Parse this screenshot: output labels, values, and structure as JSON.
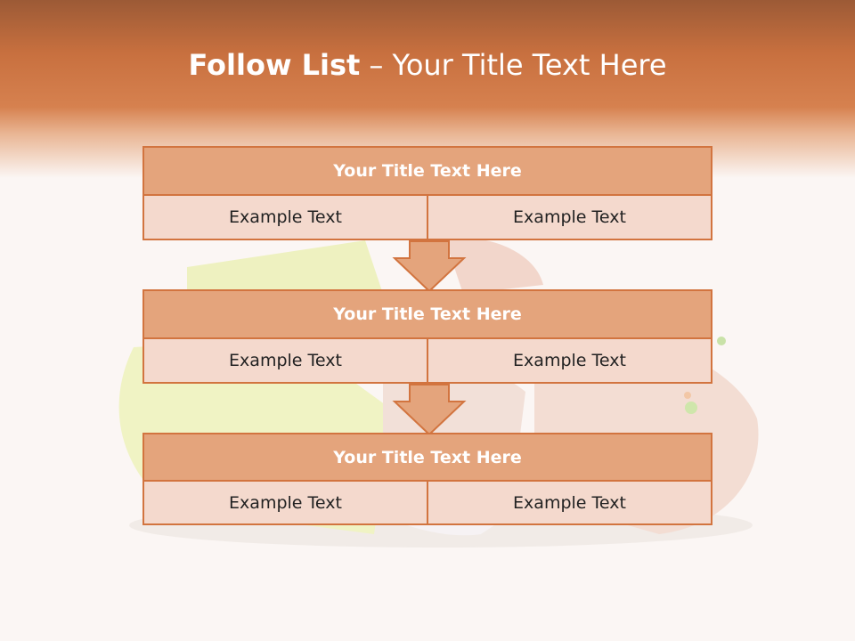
{
  "title": {
    "bold": "Follow List",
    "rest": "– Your Title Text Here"
  },
  "blocks": [
    {
      "title": "Your Title Text Here",
      "left": "Example Text",
      "right": "Example Text"
    },
    {
      "title": "Your Title Text Here",
      "left": "Example Text",
      "right": "Example Text"
    },
    {
      "title": "Your Title Text Here",
      "left": "Example Text",
      "right": "Example Text"
    }
  ],
  "colors": {
    "header": "#d6814f",
    "title_box": "#e4a47c",
    "cell": "#f4d9cd",
    "border": "#d2743f"
  }
}
